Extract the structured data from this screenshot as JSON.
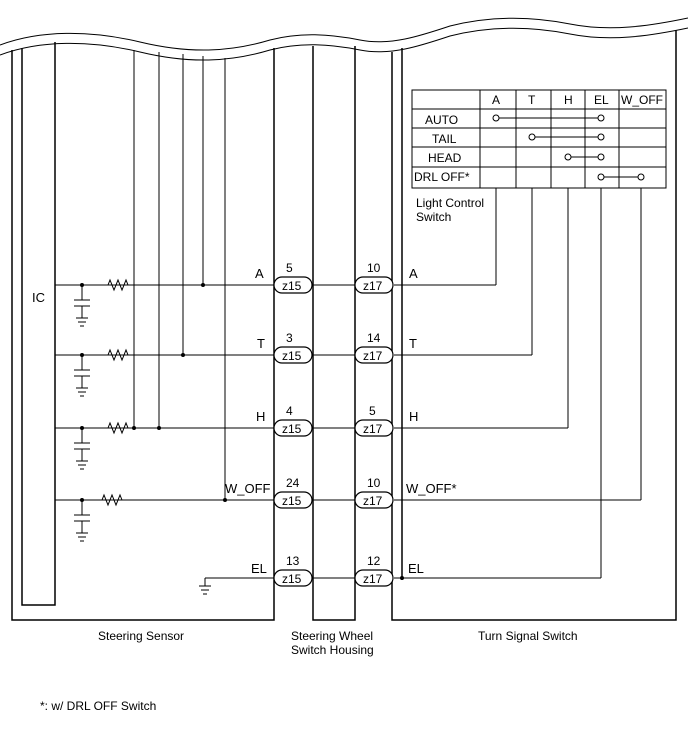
{
  "modules": {
    "steering_sensor": "Steering Sensor",
    "wheel_housing_line1": "Steering Wheel",
    "wheel_housing_line2": "Switch Housing",
    "turn_signal_switch": "Turn Signal Switch",
    "ic": "IC"
  },
  "light_switch": {
    "label_line1": "Light Control",
    "label_line2": "Switch",
    "columns": [
      "A",
      "T",
      "H",
      "EL",
      "W_OFF"
    ],
    "rows": [
      "AUTO",
      "TAIL",
      "HEAD",
      "DRL OFF*"
    ]
  },
  "signals": [
    {
      "left_label": "A",
      "z15_pin": "5",
      "z15": "z15",
      "z17_pin": "10",
      "z17": "z17",
      "right_label": "A"
    },
    {
      "left_label": "T",
      "z15_pin": "3",
      "z15": "z15",
      "z17_pin": "14",
      "z17": "z17",
      "right_label": "T"
    },
    {
      "left_label": "H",
      "z15_pin": "4",
      "z15": "z15",
      "z17_pin": "5",
      "z17": "z17",
      "right_label": "H"
    },
    {
      "left_label": "W_OFF",
      "z15_pin": "24",
      "z15": "z15",
      "z17_pin": "10",
      "z17": "z17",
      "right_label": "W_OFF*"
    },
    {
      "left_label": "EL",
      "z15_pin": "13",
      "z15": "z15",
      "z17_pin": "12",
      "z17": "z17",
      "right_label": "EL"
    }
  ],
  "footnote": "*: w/ DRL OFF Switch",
  "colors": {
    "line": "#000000",
    "background": "#ffffff"
  }
}
